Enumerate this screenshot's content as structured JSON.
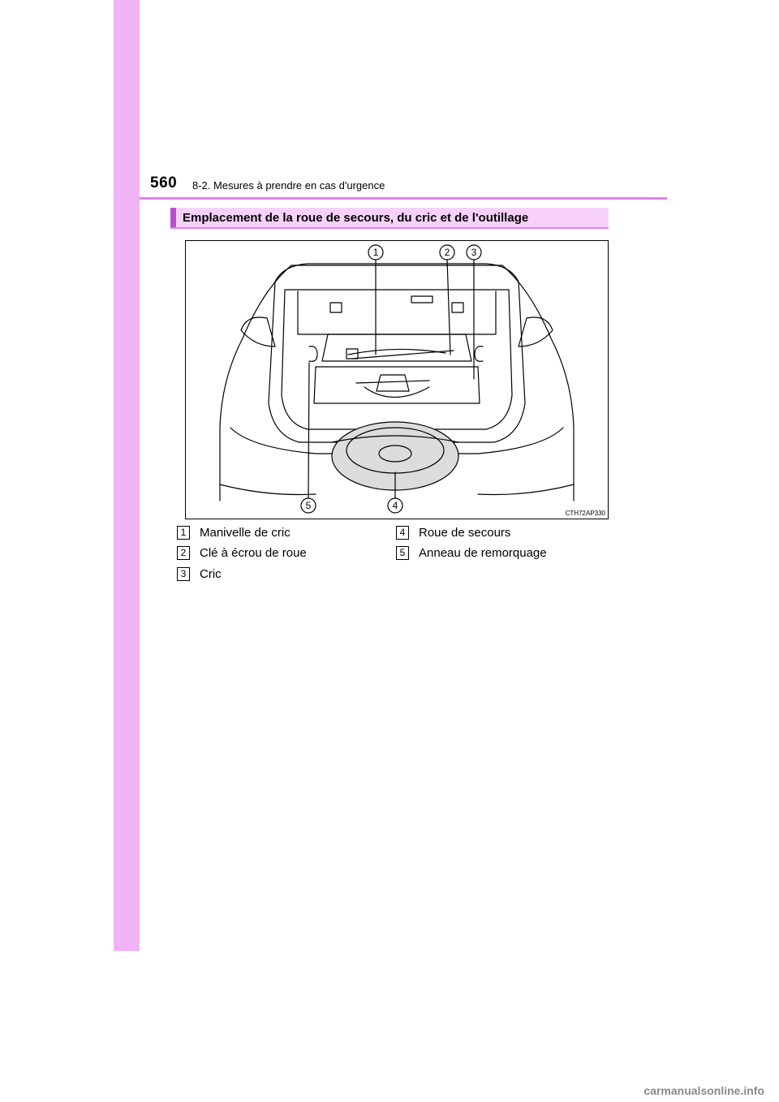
{
  "header": {
    "page_number": "560",
    "chapter": "8-2. Mesures à prendre en cas d'urgence"
  },
  "section": {
    "title": "Emplacement de la roue de secours, du cric et de l'outillage"
  },
  "figure": {
    "code": "CTH72AP330",
    "callouts": [
      "1",
      "2",
      "3",
      "4",
      "5"
    ]
  },
  "legend": [
    {
      "num": "1",
      "label": "Manivelle de cric"
    },
    {
      "num": "2",
      "label": "Clé à écrou de roue"
    },
    {
      "num": "3",
      "label": "Cric"
    },
    {
      "num": "4",
      "label": "Roue de secours"
    },
    {
      "num": "5",
      "label": "Anneau de remorquage"
    }
  ],
  "watermark": "carmanualsonline.info",
  "colors": {
    "sidebar": "#f0b4f6",
    "rule": "#e27ff0",
    "section_bg": "#f7d1fb",
    "section_mark": "#b94fd0"
  }
}
